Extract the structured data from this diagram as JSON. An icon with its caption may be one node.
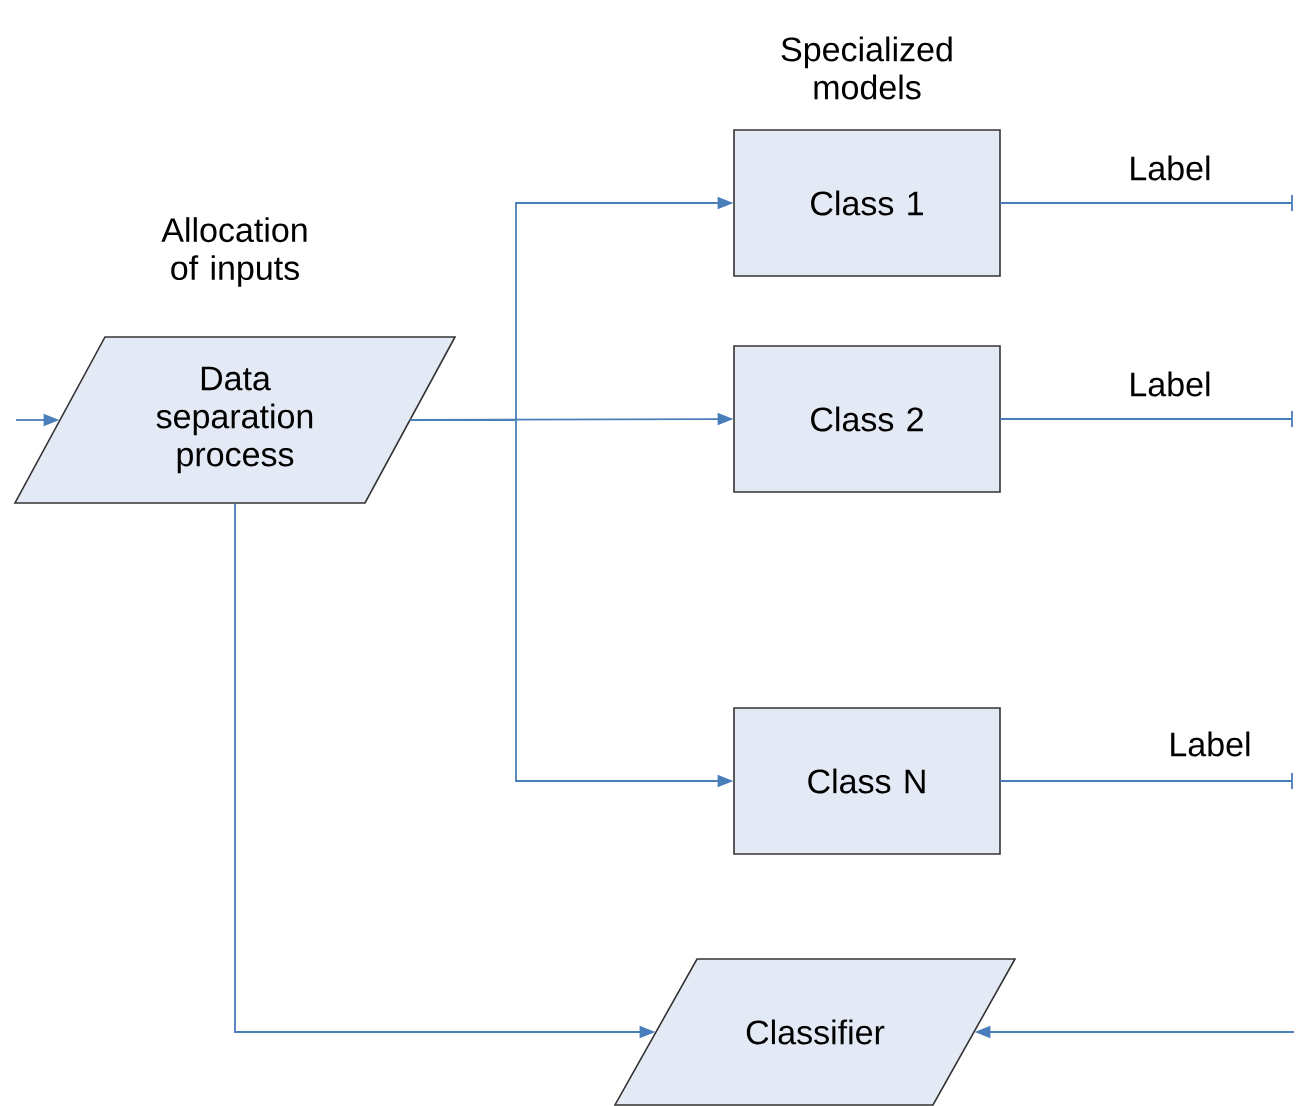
{
  "diagram": {
    "nodes": [
      {
        "text": [
          "Data separation process"
        ],
        "beside": [
          "Allocation of inputs"
        ]
      },
      {
        "text": [
          "Class 1"
        ],
        "beside": [
          "Specialized models"
        ]
      },
      {
        "text": [
          "Class 2"
        ]
      },
      {
        "text": [
          "Class N"
        ]
      },
      {
        "text": [
          "Classifier"
        ]
      }
    ],
    "edges": [
      {
        "from": null,
        "to": 0,
        "arrow": "to"
      },
      {
        "from": 0,
        "to": 1,
        "arrow": "to"
      },
      {
        "from": 0,
        "to": 2,
        "arrow": "to"
      },
      {
        "from": 0,
        "to": 3,
        "arrow": "to"
      },
      {
        "from": 0,
        "to": 4,
        "arrow": "to"
      },
      {
        "from": 1,
        "to": null,
        "arrow": "none",
        "label": "Label"
      },
      {
        "from": 2,
        "to": null,
        "arrow": "none",
        "label": "Label"
      },
      {
        "from": 3,
        "to": null,
        "arrow": "none",
        "label": "Label"
      },
      {
        "from": null,
        "to": 4,
        "arrow": "to"
      }
    ]
  }
}
